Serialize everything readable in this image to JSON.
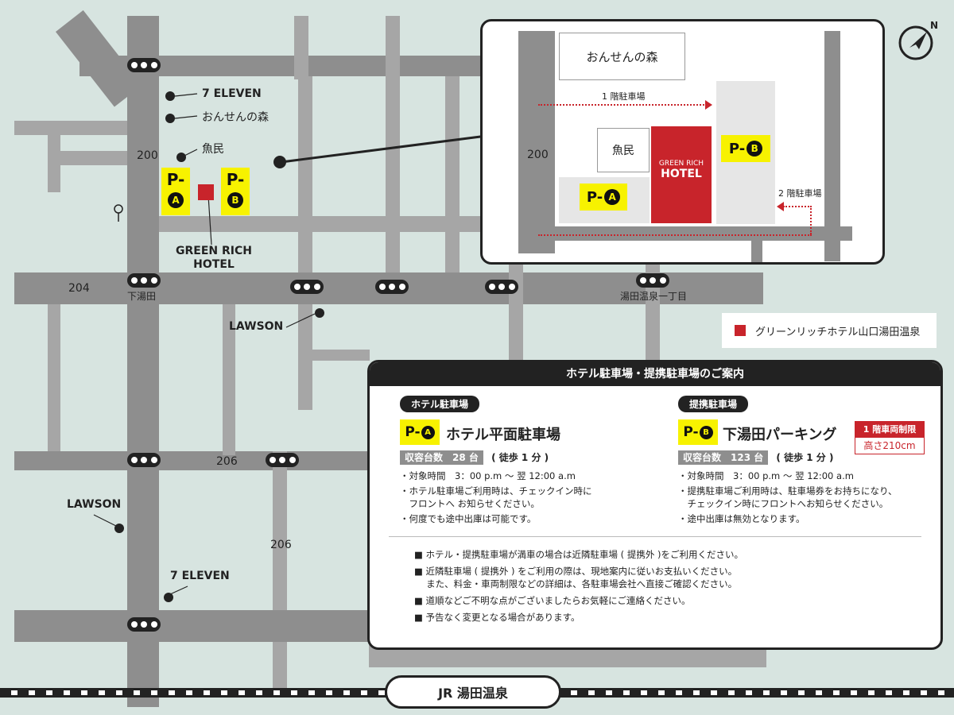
{
  "roads": {
    "route_200": "200",
    "route_204": "204",
    "route_206_a": "206",
    "route_206_b": "206"
  },
  "landmarks": {
    "seven_eleven_top": "7 ELEVEN",
    "onsen_no_mori": "おんせんの森",
    "uomin": "魚民",
    "hotel_line1": "GREEN RICH",
    "hotel_line2": "HOTEL",
    "lawson_mid": "LAWSON",
    "lawson_left": "LAWSON",
    "seven_eleven_bottom": "7 ELEVEN"
  },
  "intersections": {
    "shimoyuda": "下湯田",
    "yuda_onsen_1": "湯田温泉一丁目"
  },
  "parking_markers": {
    "a_prefix": "P-",
    "a_letter": "A",
    "b_prefix": "P-",
    "b_letter": "B"
  },
  "inset": {
    "onsen_no_mori": "おんせんの森",
    "floor1": "1 階駐車場",
    "floor2": "2 階駐車場",
    "route_200": "200",
    "uomin": "魚民",
    "hotel_line1": "GREEN RICH",
    "hotel_line2": "HOTEL",
    "pa_prefix": "P-",
    "pa_letter": "A",
    "pb_prefix": "P-",
    "pb_letter": "B"
  },
  "legend": {
    "hotel": "グリーンリッチホテル山口湯田温泉"
  },
  "info": {
    "title": "ホテル駐車場・提携駐車場のご案内",
    "hotel_parking": {
      "tag": "ホテル駐車場",
      "code_prefix": "P-",
      "code_letter": "A",
      "name": "ホテル平面駐車場",
      "capacity": "収容台数　28 台",
      "walk": "( 徒歩 1 分 )",
      "bullets": [
        "・対象時間　3：00 p.m 〜 翌 12:00 a.m",
        "・ホテル駐車場ご利用時は、チェックイン時に",
        "　フロントへ お知らせください。",
        "・何度でも途中出庫は可能です。"
      ]
    },
    "partner_parking": {
      "tag": "提携駐車場",
      "code_prefix": "P-",
      "code_letter": "B",
      "name": "下湯田パーキング",
      "limit_title": "1 階車両制限",
      "limit_value": "高さ210cm",
      "capacity": "収容台数　123 台",
      "walk": "( 徒歩 1 分 )",
      "bullets": [
        "・対象時間　3：00 p.m 〜 翌 12:00 a.m",
        "・提携駐車場ご利用時は、駐車場券をお持ちになり、",
        "　チェックイン時にフロントへお知らせください。",
        "・途中出庫は無効となります。"
      ]
    },
    "notes": [
      "■ ホテル・提携駐車場が満車の場合は近隣駐車場 ( 提携外 )をご利用ください。",
      "■ 近隣駐車場 ( 提携外 ) をご利用の際は、現地案内に従いお支払いください。",
      "　 また、料金・車両制限などの詳細は、各駐車場会社へ直接ご確認ください。",
      "■ 道順などご不明な点がございましたらお気軽にご連絡ください。",
      "■ 予告なく変更となる場合があります。"
    ]
  },
  "station": "JR 湯田温泉",
  "compass_letter": "N",
  "colors": {
    "background": "#d7e4e0",
    "road": "#8e8e8e",
    "hotel_red": "#c8242b",
    "parking_yellow": "#f7f200"
  }
}
